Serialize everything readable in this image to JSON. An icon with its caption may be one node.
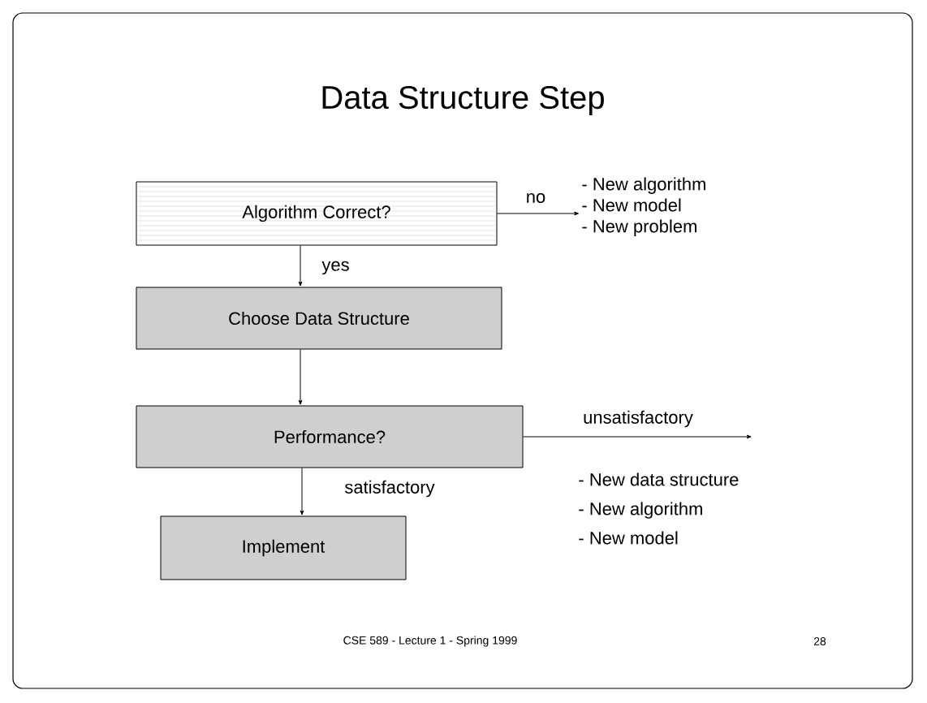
{
  "diagram": {
    "title": "Data Structure Step",
    "nodes": [
      {
        "text": [
          "Algorithm Correct?"
        ]
      },
      {
        "text": [
          "Choose Data Structure"
        ]
      },
      {
        "text": [
          "Performance?"
        ]
      },
      {
        "text": [
          "Implement"
        ]
      },
      {
        "text": [
          "- New algorithm",
          "- New model",
          "- New problem"
        ]
      }
    ],
    "edges": [
      {
        "from": 0,
        "to": 1,
        "arrow": "to",
        "label": "yes"
      },
      {
        "from": 0,
        "to": 4,
        "arrow": "to",
        "label": "no"
      },
      {
        "from": 1,
        "to": 2,
        "arrow": "to"
      },
      {
        "from": 2,
        "to": 3,
        "arrow": "to",
        "label": "satisfactory"
      },
      {
        "from": 2,
        "to": null,
        "arrow": "to",
        "label": "unsatisfactory"
      }
    ],
    "labels": [
      "- New data structure",
      "- New algorithm",
      "- New model",
      "CSE 589 - Lecture 1 - Spring 1999",
      "28"
    ]
  }
}
